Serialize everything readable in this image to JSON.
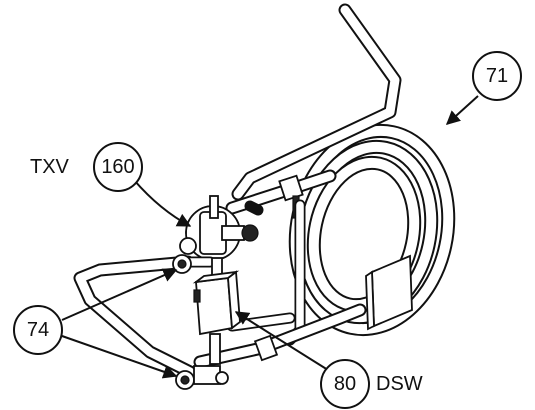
{
  "callouts": {
    "c71": {
      "number": "71"
    },
    "c160": {
      "number": "160",
      "label": "TXV"
    },
    "c74": {
      "number": "74"
    },
    "c80": {
      "number": "80",
      "label": "DSW"
    }
  }
}
